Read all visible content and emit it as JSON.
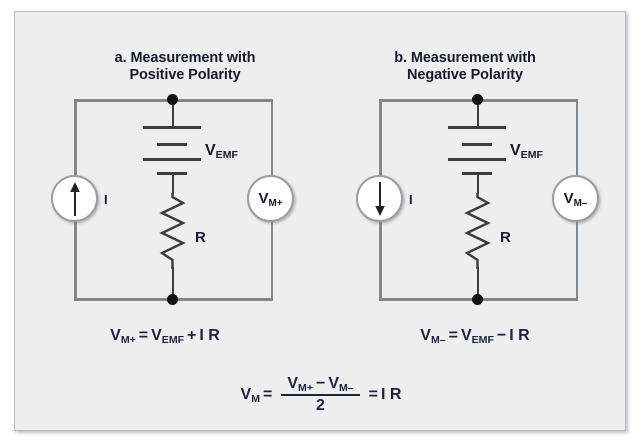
{
  "figure": {
    "background": "#ffffff",
    "panel_color": "#eeeeee",
    "border_color": "#b9bcc2",
    "wire_color": "#83868b",
    "symbol_color": "#3c3c3c",
    "text_color": "#151a30"
  },
  "circuits": [
    {
      "id": "a",
      "title_line1": "a. Measurement with",
      "title_line2": "Positive Polarity",
      "source_label": "I",
      "source_direction": "up",
      "battery_label_v": "V",
      "battery_label_sub": "EMF",
      "resistor_label": "R",
      "meter_label_v": "V",
      "meter_label_sub": "M+",
      "equation": {
        "lhs_v": "V",
        "lhs_sub": "M+",
        "equals": "=",
        "rhs_v": "V",
        "rhs_sub": "EMF",
        "operator": "+",
        "term": "I R"
      }
    },
    {
      "id": "b",
      "title_line1": "b. Measurement with",
      "title_line2": "Negative Polarity",
      "source_label": "I",
      "source_direction": "down",
      "battery_label_v": "V",
      "battery_label_sub": "EMF",
      "resistor_label": "R",
      "meter_label_v": "V",
      "meter_label_sub": "M–",
      "equation": {
        "lhs_v": "V",
        "lhs_sub": "M–",
        "equals": "=",
        "rhs_v": "V",
        "rhs_sub": "EMF",
        "operator": "−",
        "term": "I R"
      }
    }
  ],
  "final_equation": {
    "lhs_v": "V",
    "lhs_sub": "M",
    "equals_1": "=",
    "numerator_v1": "V",
    "numerator_sub1": "M+",
    "numerator_op": "−",
    "numerator_v2": "V",
    "numerator_sub2": "M–",
    "denominator": "2",
    "equals_2": "=",
    "result": "I R"
  }
}
